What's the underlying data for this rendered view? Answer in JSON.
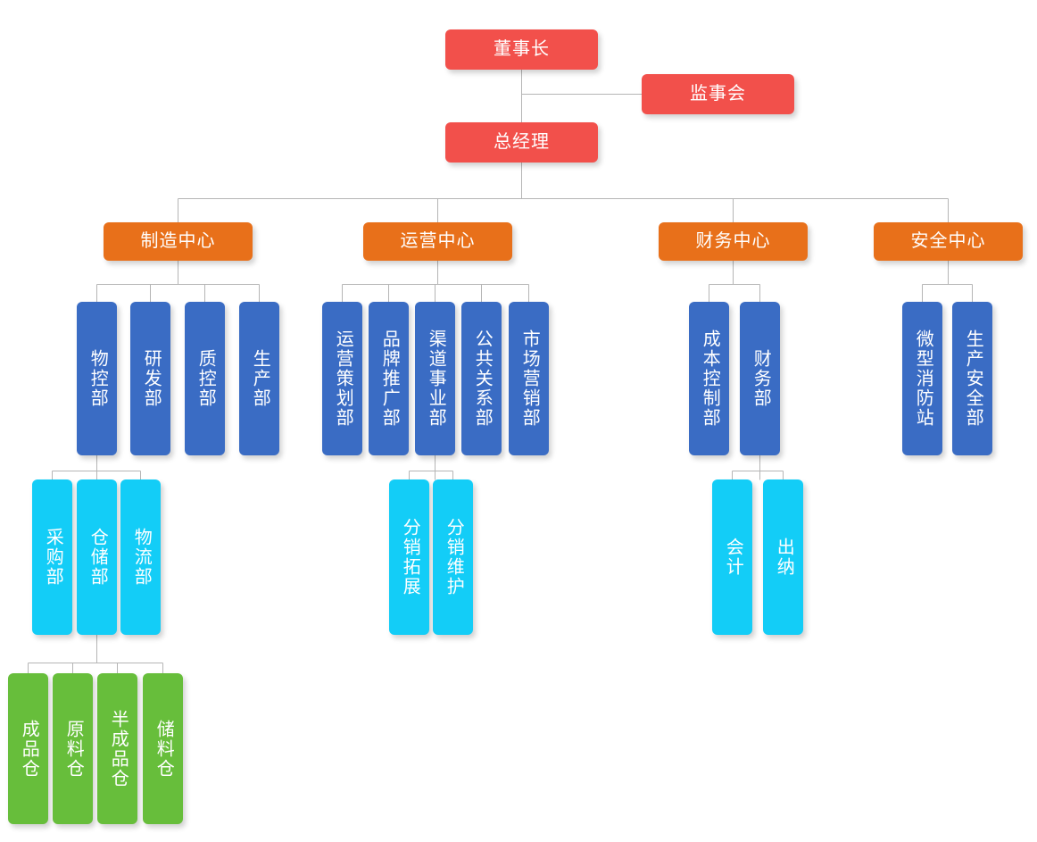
{
  "chart_title": "",
  "colors": {
    "executive": "#f2504b",
    "center": "#e8701a",
    "department": "#3a6cc4",
    "subunit": "#13cdf7",
    "warehouse": "#67be3b",
    "connector": "#b5b5b5",
    "background": "#ffffff",
    "label": "#ffffff"
  },
  "levels": {
    "executive": "executive",
    "center": "center",
    "department": "department",
    "subunit": "subunit",
    "warehouse": "warehouse"
  },
  "nodes": {
    "chairman": {
      "label": "董事长",
      "level": "executive",
      "orientation": "horizontal"
    },
    "supervisory_board": {
      "label": "监事会",
      "level": "executive",
      "orientation": "horizontal"
    },
    "general_manager": {
      "label": "总经理",
      "level": "executive",
      "orientation": "horizontal"
    },
    "manufacturing_center": {
      "label": "制造中心",
      "level": "center",
      "orientation": "horizontal"
    },
    "operations_center": {
      "label": "运营中心",
      "level": "center",
      "orientation": "horizontal"
    },
    "finance_center": {
      "label": "财务中心",
      "level": "center",
      "orientation": "horizontal"
    },
    "safety_center": {
      "label": "安全中心",
      "level": "center",
      "orientation": "horizontal"
    },
    "material_control_dept": {
      "label": "物控部",
      "level": "department",
      "orientation": "vertical"
    },
    "rnd_dept": {
      "label": "研发部",
      "level": "department",
      "orientation": "vertical"
    },
    "quality_control_dept": {
      "label": "质控部",
      "level": "department",
      "orientation": "vertical"
    },
    "production_dept": {
      "label": "生产部",
      "level": "department",
      "orientation": "vertical"
    },
    "operation_planning_dept": {
      "label": "运营策划部",
      "level": "department",
      "orientation": "vertical"
    },
    "brand_promotion_dept": {
      "label": "品牌推广部",
      "level": "department",
      "orientation": "vertical"
    },
    "channel_business_dept": {
      "label": "渠道事业部",
      "level": "department",
      "orientation": "vertical"
    },
    "public_relations_dept": {
      "label": "公共关系部",
      "level": "department",
      "orientation": "vertical"
    },
    "marketing_dept": {
      "label": "市场营销部",
      "level": "department",
      "orientation": "vertical"
    },
    "cost_control_dept": {
      "label": "成本控制部",
      "level": "department",
      "orientation": "vertical"
    },
    "finance_dept": {
      "label": "财务部",
      "level": "department",
      "orientation": "vertical"
    },
    "micro_fire_station": {
      "label": "微型消防站",
      "level": "department",
      "orientation": "vertical"
    },
    "production_safety_dept": {
      "label": "生产安全部",
      "level": "department",
      "orientation": "vertical"
    },
    "purchasing_dept": {
      "label": "采购部",
      "level": "subunit",
      "orientation": "vertical"
    },
    "warehousing_dept": {
      "label": "仓储部",
      "level": "subunit",
      "orientation": "vertical"
    },
    "logistics_dept": {
      "label": "物流部",
      "level": "subunit",
      "orientation": "vertical"
    },
    "distribution_expansion": {
      "label": "分销拓展",
      "level": "subunit",
      "orientation": "vertical"
    },
    "distribution_maintenance": {
      "label": "分销维护",
      "level": "subunit",
      "orientation": "vertical"
    },
    "accounting": {
      "label": "会计",
      "level": "subunit",
      "orientation": "vertical"
    },
    "cashier": {
      "label": "出纳",
      "level": "subunit",
      "orientation": "vertical"
    },
    "finished_goods_warehouse": {
      "label": "成品仓",
      "level": "warehouse",
      "orientation": "vertical"
    },
    "raw_material_warehouse": {
      "label": "原料仓",
      "level": "warehouse",
      "orientation": "vertical"
    },
    "semi_finished_warehouse": {
      "label": "半成品仓",
      "level": "warehouse",
      "orientation": "vertical"
    },
    "storage_material_warehouse": {
      "label": "储料仓",
      "level": "warehouse",
      "orientation": "vertical"
    }
  }
}
